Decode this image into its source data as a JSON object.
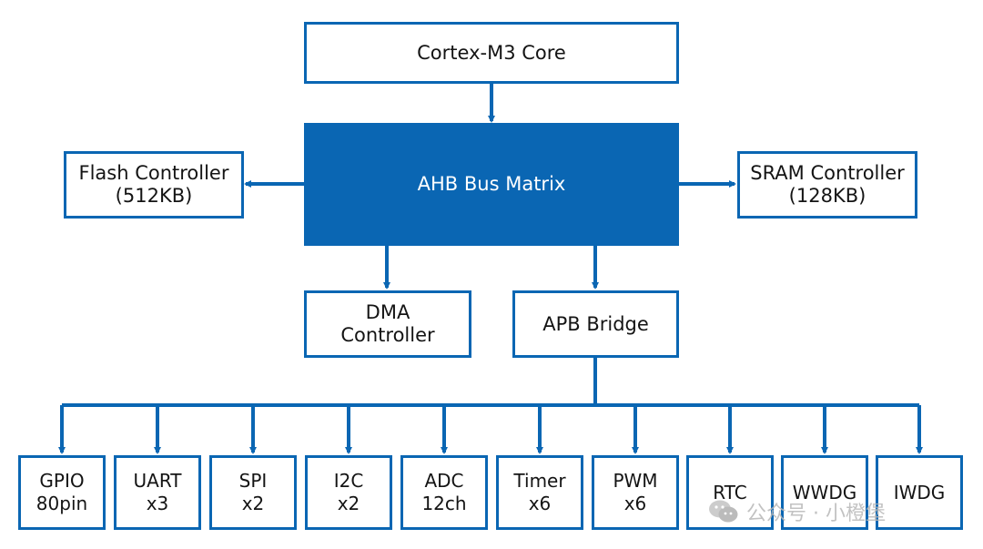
{
  "colors": {
    "accent": "#0a66b3",
    "text": "#141414",
    "filled_text": "#ffffff",
    "watermark": "#b8b8b8"
  },
  "nodes": {
    "core": {
      "label": "Cortex-M3 Core"
    },
    "ahb": {
      "label": "AHB Bus Matrix"
    },
    "flash": {
      "line1": "Flash Controller",
      "line2": "(512KB)"
    },
    "sram": {
      "line1": "SRAM Controller",
      "line2": "(128KB)"
    },
    "dma": {
      "line1": "DMA",
      "line2": "Controller"
    },
    "apb": {
      "label": "APB Bridge"
    }
  },
  "peripherals": [
    {
      "line1": "GPIO",
      "line2": "80pin"
    },
    {
      "line1": "UART",
      "line2": "x3"
    },
    {
      "line1": "SPI",
      "line2": "x2"
    },
    {
      "line1": "I2C",
      "line2": "x2"
    },
    {
      "line1": "ADC",
      "line2": "12ch"
    },
    {
      "line1": "Timer",
      "line2": "x6"
    },
    {
      "line1": "PWM",
      "line2": "x6"
    },
    {
      "line1": "RTC",
      "line2": ""
    },
    {
      "line1": "WWDG",
      "line2": ""
    },
    {
      "line1": "IWDG",
      "line2": ""
    }
  ],
  "watermark": {
    "text": "公众号 · 小橙堡",
    "icon": "wechat-icon"
  }
}
